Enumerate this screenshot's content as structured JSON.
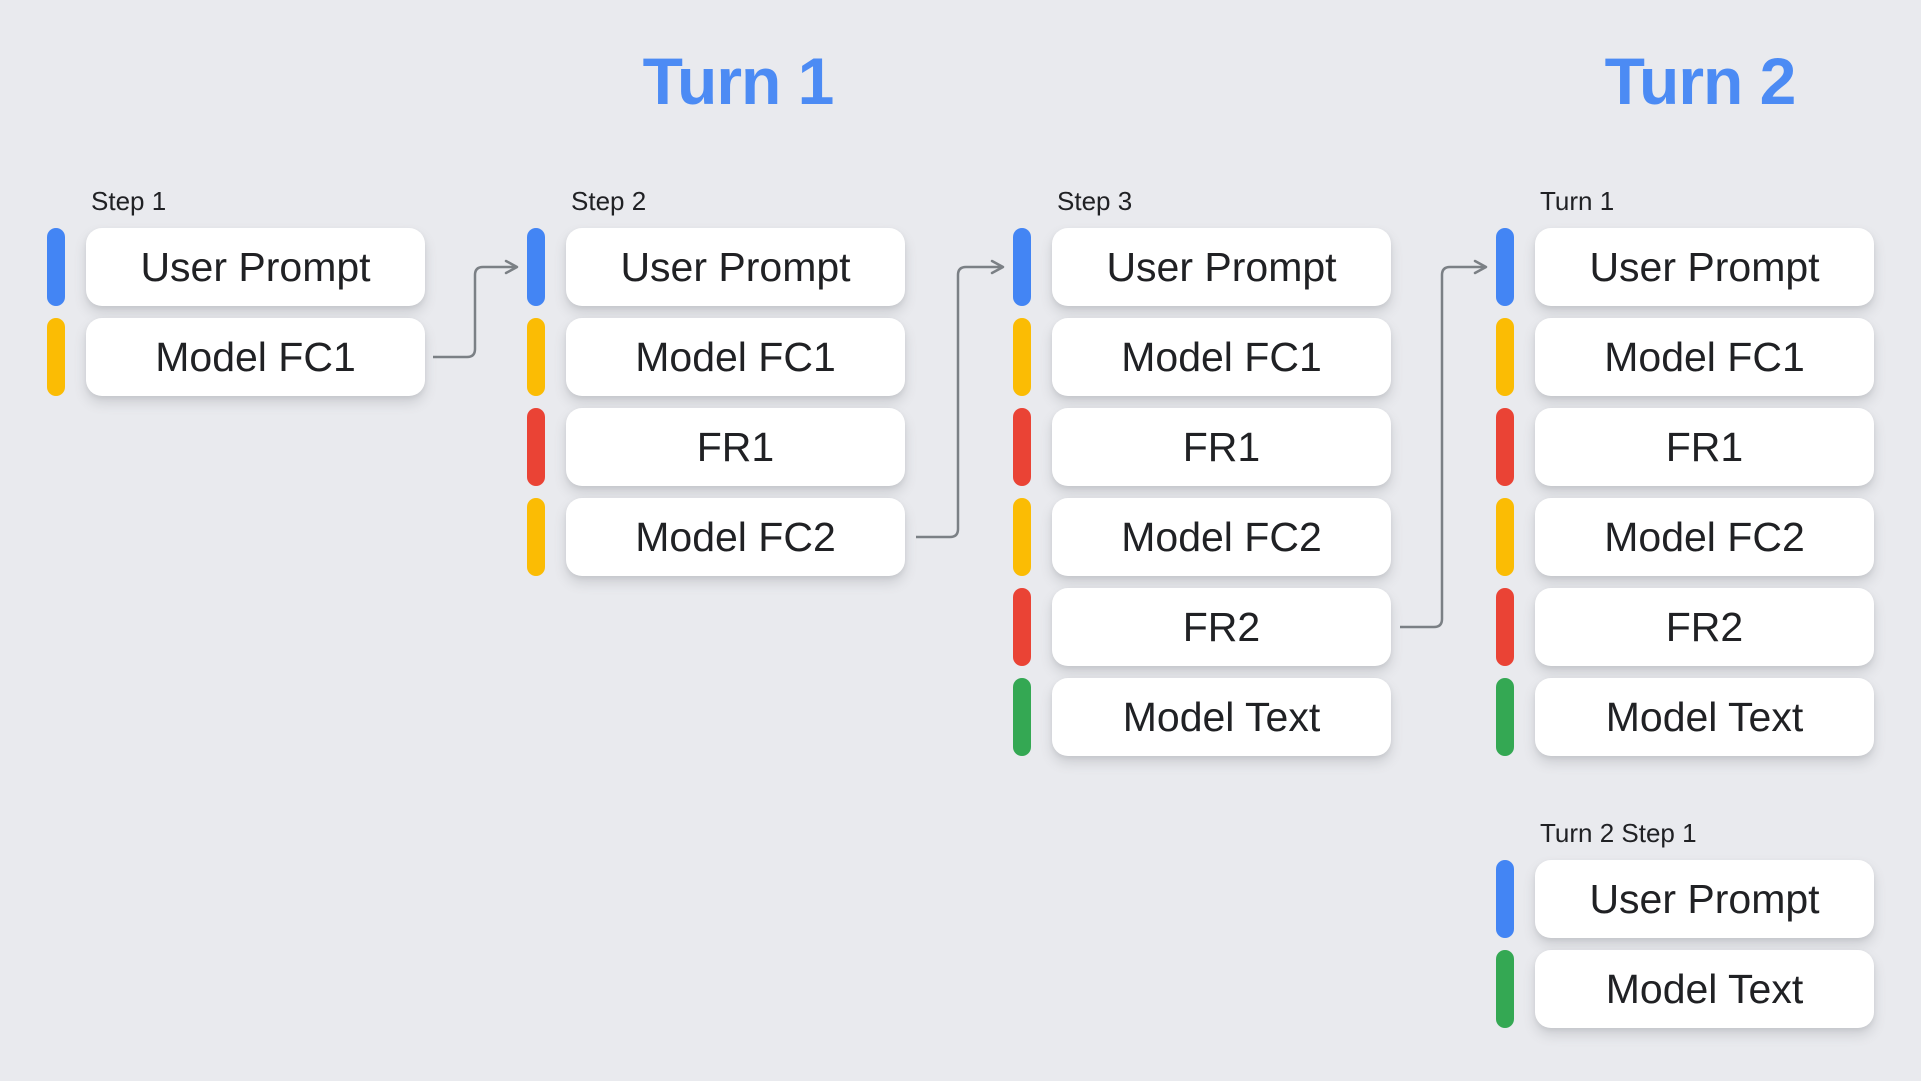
{
  "page": {
    "background": "#E9EAEE"
  },
  "titles": {
    "turn1": "Turn 1",
    "turn2": "Turn 2"
  },
  "palette": {
    "user_prompt": "#4385F4",
    "model_function_call": "#FBBC04",
    "function_response": "#EA4335",
    "model_text": "#34A853",
    "arrow": "#7B8085",
    "title_blue": "#4C8BF4"
  },
  "columns": [
    {
      "label": "Step 1",
      "cards": [
        {
          "label": "User Prompt",
          "color": "#4385F4"
        },
        {
          "label": "Model FC1",
          "color": "#FBBC04"
        }
      ]
    },
    {
      "label": "Step 2",
      "cards": [
        {
          "label": "User Prompt",
          "color": "#4385F4"
        },
        {
          "label": "Model FC1",
          "color": "#FBBC04"
        },
        {
          "label": "FR1",
          "color": "#EA4335"
        },
        {
          "label": "Model FC2",
          "color": "#FBBC04"
        }
      ]
    },
    {
      "label": "Step 3",
      "cards": [
        {
          "label": "User Prompt",
          "color": "#4385F4"
        },
        {
          "label": "Model FC1",
          "color": "#FBBC04"
        },
        {
          "label": "FR1",
          "color": "#EA4335"
        },
        {
          "label": "Model FC2",
          "color": "#FBBC04"
        },
        {
          "label": "FR2",
          "color": "#EA4335"
        },
        {
          "label": "Model Text",
          "color": "#34A853"
        }
      ]
    },
    {
      "label": "Turn 1",
      "cards": [
        {
          "label": "User Prompt",
          "color": "#4385F4"
        },
        {
          "label": "Model FC1",
          "color": "#FBBC04"
        },
        {
          "label": "FR1",
          "color": "#EA4335"
        },
        {
          "label": "Model FC2",
          "color": "#FBBC04"
        },
        {
          "label": "FR2",
          "color": "#EA4335"
        },
        {
          "label": "Model Text",
          "color": "#34A853"
        }
      ]
    },
    {
      "label": "Turn 2 Step 1",
      "cards": [
        {
          "label": "User Prompt",
          "color": "#4385F4"
        },
        {
          "label": "Model Text",
          "color": "#34A853"
        }
      ]
    }
  ],
  "arrows": [
    {
      "from": "Step 1 / Model FC1",
      "to": "Step 2 / User Prompt"
    },
    {
      "from": "Step 2 / Model FC2",
      "to": "Step 3 / User Prompt"
    },
    {
      "from": "Step 3 / FR2",
      "to": "Turn 1 / User Prompt"
    }
  ]
}
